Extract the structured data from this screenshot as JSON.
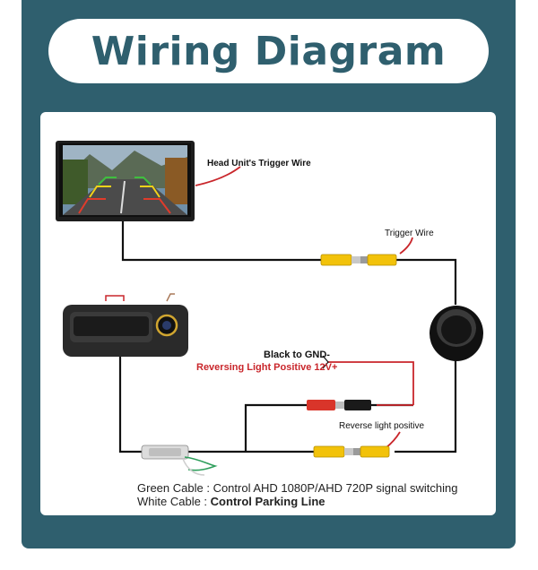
{
  "title": "Wiring Diagram",
  "labels": {
    "head_unit_trigger": "Head Unit's Trigger Wire",
    "trigger_wire": "Trigger Wire",
    "black_gnd": "Black to GND-",
    "reversing_light": "Reversing Light Positive 12V+",
    "reverse_light_positive": "Reverse light positive"
  },
  "captions": {
    "green_prefix": "Green Cable :",
    "green_text": "Control AHD 1080P/AHD 720P signal switching",
    "white_prefix": "White Cable :",
    "white_text": "Control Parking Line"
  },
  "colors": {
    "frame": "#2f5f6e",
    "wire": "#111111",
    "red_wire": "#c9262b",
    "connector": "#f2c20a",
    "green_cable": "#2e9e5b"
  }
}
